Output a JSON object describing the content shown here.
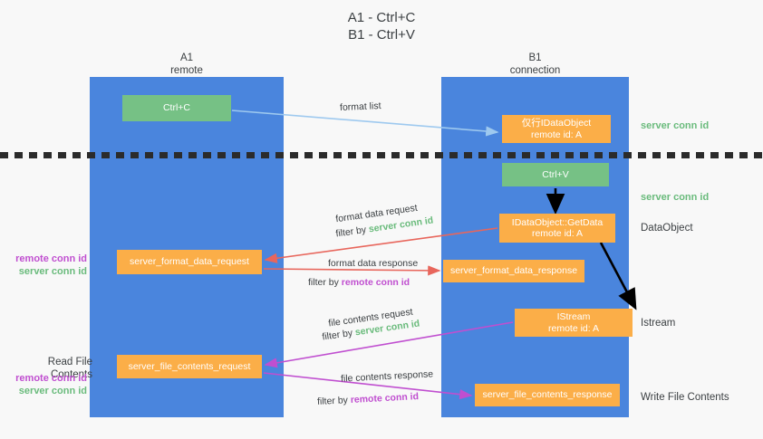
{
  "title": "A1 - Ctrl+C\nB1 - Ctrl+V",
  "lanes": [
    {
      "id": "a1",
      "header": "A1\nremote"
    },
    {
      "id": "b1",
      "header": "B1\nconnection"
    }
  ],
  "boxes": {
    "ctrl_c": "Ctrl+C",
    "idataobject": "仅行IDataObject\nremote id: A",
    "ctrl_v": "Ctrl+V",
    "getdata": "IDataObject::GetData\nremote id: A",
    "format_data_request": "server_format_data_request",
    "format_data_response": "server_format_data_response",
    "istream": "IStream\nremote id: A",
    "file_contents_request": "server_file_contents_request",
    "file_contents_response": "server_file_contents_response"
  },
  "edge_labels": {
    "format_list": "format list",
    "format_data_request": "format data request",
    "filter_by": "filter by ",
    "server_conn_id": "server conn id",
    "remote_conn_id": "remote conn id",
    "format_data_response": "format data response",
    "file_contents_request": "file contents request",
    "file_contents_response": "file contents response"
  },
  "right_labels": {
    "server_conn_id_top": "server conn id",
    "server_conn_id_mid": "server conn id",
    "dataobject": "DataObject",
    "istream": "Istream",
    "write_file_contents": "Write File Contents"
  },
  "left_labels": {
    "remote_conn_id": "remote conn id",
    "server_conn_id": "server conn id",
    "read_file_contents": "Read File Contents"
  },
  "colors": {
    "lane": "#4a85dd",
    "green_box": "#76c185",
    "orange_box": "#fbae48",
    "background": "#f8f8f8",
    "divider": "#2b2b2b",
    "server_conn_text": "#6abb7c",
    "remote_conn_text": "#c04fd0",
    "arrow_format_list": "#9ec9ef",
    "arrow_format_data": "#e8665c",
    "arrow_file_contents": "#c04fd0",
    "arrow_black": "#000000"
  }
}
